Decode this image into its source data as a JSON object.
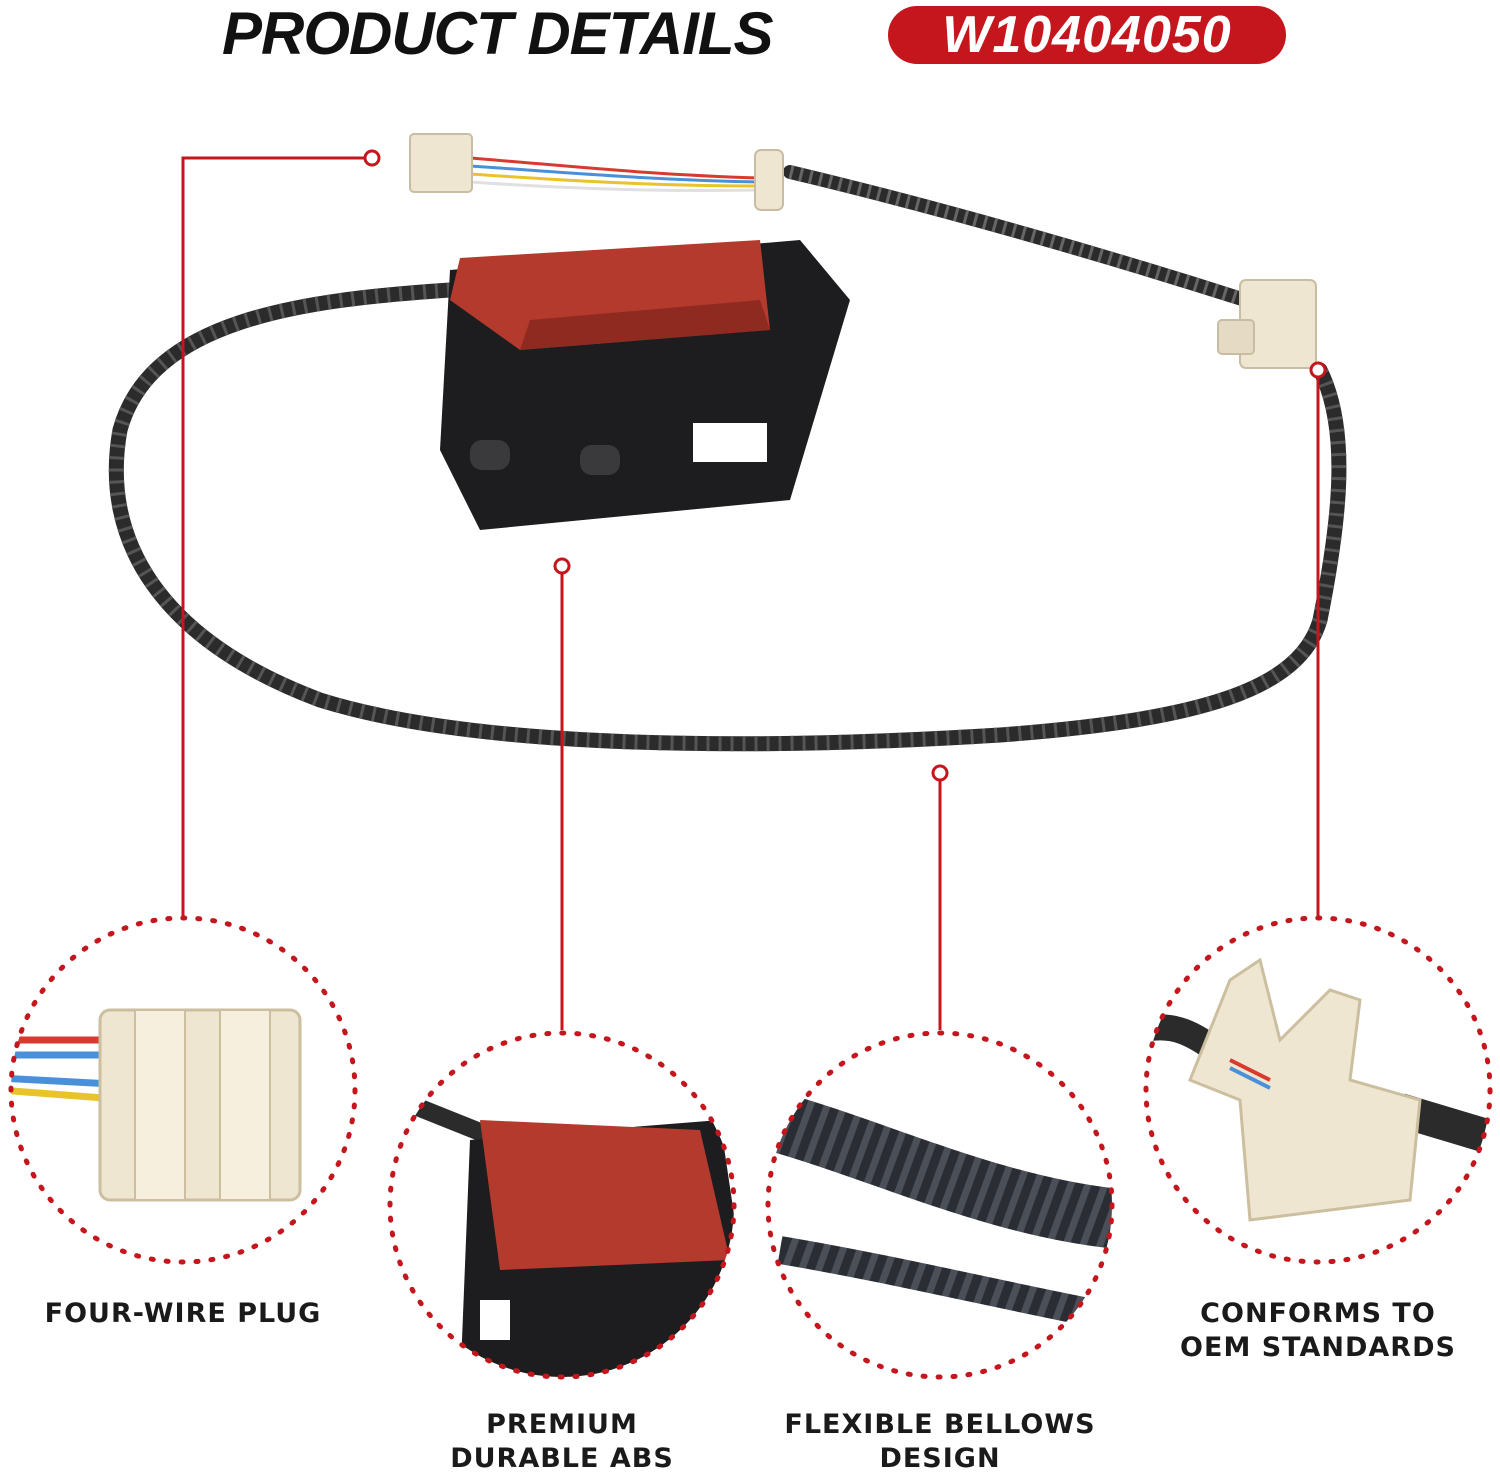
{
  "header": {
    "title": "PRODUCT DETAILS",
    "part_number": "W10404050"
  },
  "callouts": [
    {
      "lines": [
        "FOUR-WIRE PLUG"
      ]
    },
    {
      "lines": [
        "PREMIUM",
        "DURABLE ABS"
      ]
    },
    {
      "lines": [
        "FLEXIBLE BELLOWS",
        "DESIGN"
      ]
    },
    {
      "lines": [
        "CONFORMS TO",
        "OEM STANDARDS"
      ]
    }
  ],
  "colors": {
    "accent": "#c4161c",
    "latch_body": "#b53a2e",
    "cable": "#2b2b2b",
    "plug": "#efe6d2"
  }
}
